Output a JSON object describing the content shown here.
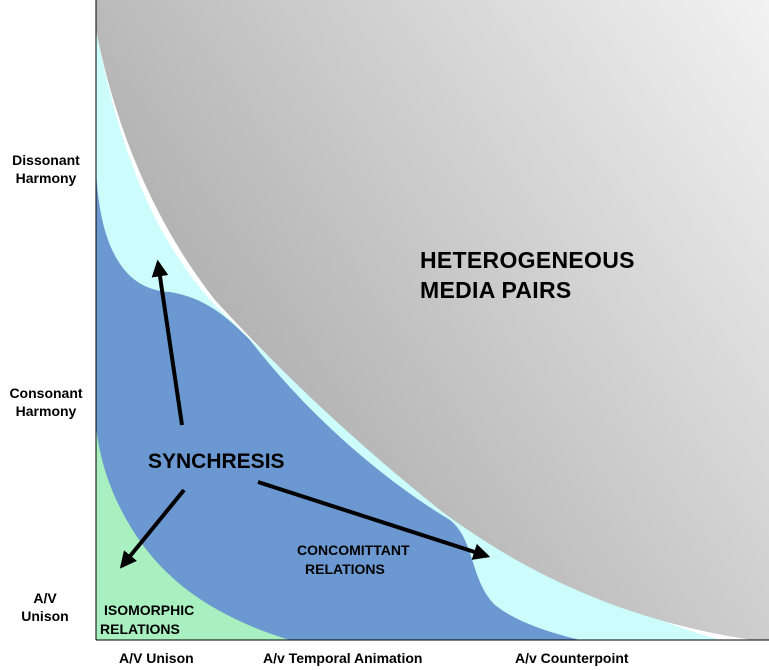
{
  "diagram": {
    "y_axis_labels": {
      "dissonant": "Dissonant Harmony",
      "consonant": "Consonant Harmony",
      "unison": "A/V Unison"
    },
    "x_axis_labels": {
      "unison": "A/V Unison",
      "temporal": "A/v Temporal Animation",
      "counterpoint": "A/v Counterpoint"
    },
    "regions": {
      "heterogeneous_line1": "HETEROGENEOUS",
      "heterogeneous_line2": "MEDIA PAIRS",
      "synchresis": "SYNCHRESIS",
      "concomittant_line1": "CONCOMITTANT",
      "concomittant_line2": "RELATIONS",
      "isomorphic_line1": "ISOMORPHIC",
      "isomorphic_line2": "RELATIONS"
    },
    "colors": {
      "heterogeneous_light": "#f2f2f2",
      "heterogeneous_dark": "#a3a3a3",
      "light_cyan": "#ccfcfc",
      "synchresis_blue": "#6b98d0",
      "isomorphic_green": "#a8f0c0",
      "arrow": "#000000"
    }
  }
}
